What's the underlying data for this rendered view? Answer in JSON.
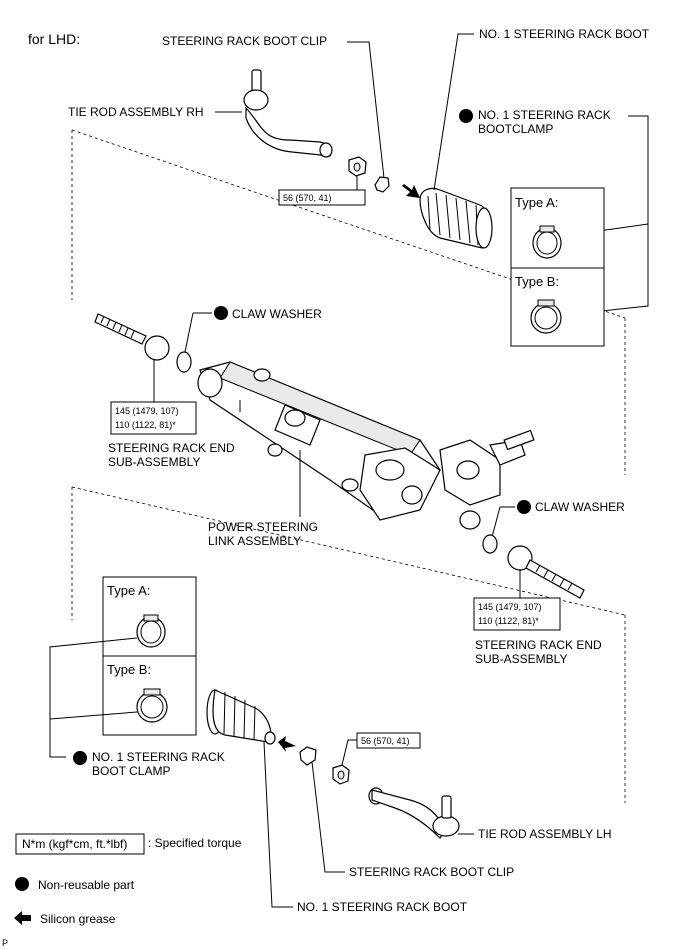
{
  "header": {
    "variant": "for LHD:"
  },
  "labels": {
    "boot_clip_top": "STEERING RACK BOOT CLIP",
    "boot_top": "NO. 1 STEERING RACK BOOT",
    "tie_rod_rh": "TIE ROD ASSEMBLY RH",
    "clamp_top_1": "NO. 1 STEERING RACK",
    "clamp_top_2": "BOOTCLAMP",
    "claw_washer_top": "CLAW WASHER",
    "rack_end_top_1": "STEERING RACK END",
    "rack_end_top_2": "SUB-ASSEMBLY",
    "link_1": "POWER STEERING",
    "link_2": "LINK ASSEMBLY",
    "claw_washer_bottom": "CLAW WASHER",
    "rack_end_bottom_1": "STEERING RACK END",
    "rack_end_bottom_2": "SUB-ASSEMBLY",
    "clamp_bottom_1": "NO. 1 STEERING RACK",
    "clamp_bottom_2": "BOOT CLAMP",
    "tie_rod_lh": "TIE ROD ASSEMBLY LH",
    "boot_clip_bottom": "STEERING RACK BOOT CLIP",
    "boot_bottom": "NO. 1 STEERING RACK BOOT"
  },
  "torque": {
    "nut_top": "56 (570, 41)",
    "nut_bottom": "56 (570, 41)",
    "rack_end_top_1": "145 (1479, 107)",
    "rack_end_top_2": "110 (1122, 81)*",
    "rack_end_bottom_1": "145 (1479, 107)",
    "rack_end_bottom_2": "110 (1122, 81)*"
  },
  "types": {
    "top_a": "Type A:",
    "top_b": "Type B:",
    "bottom_a": "Type A:",
    "bottom_b": "Type B:"
  },
  "legend": {
    "torque_box": "N*m (kgf*cm, ft.*lbf)",
    "torque_desc": ": Specified torque",
    "nonreusable": "Non-reusable part",
    "grease": "Silicon grease"
  },
  "footer": {
    "code": "P"
  }
}
